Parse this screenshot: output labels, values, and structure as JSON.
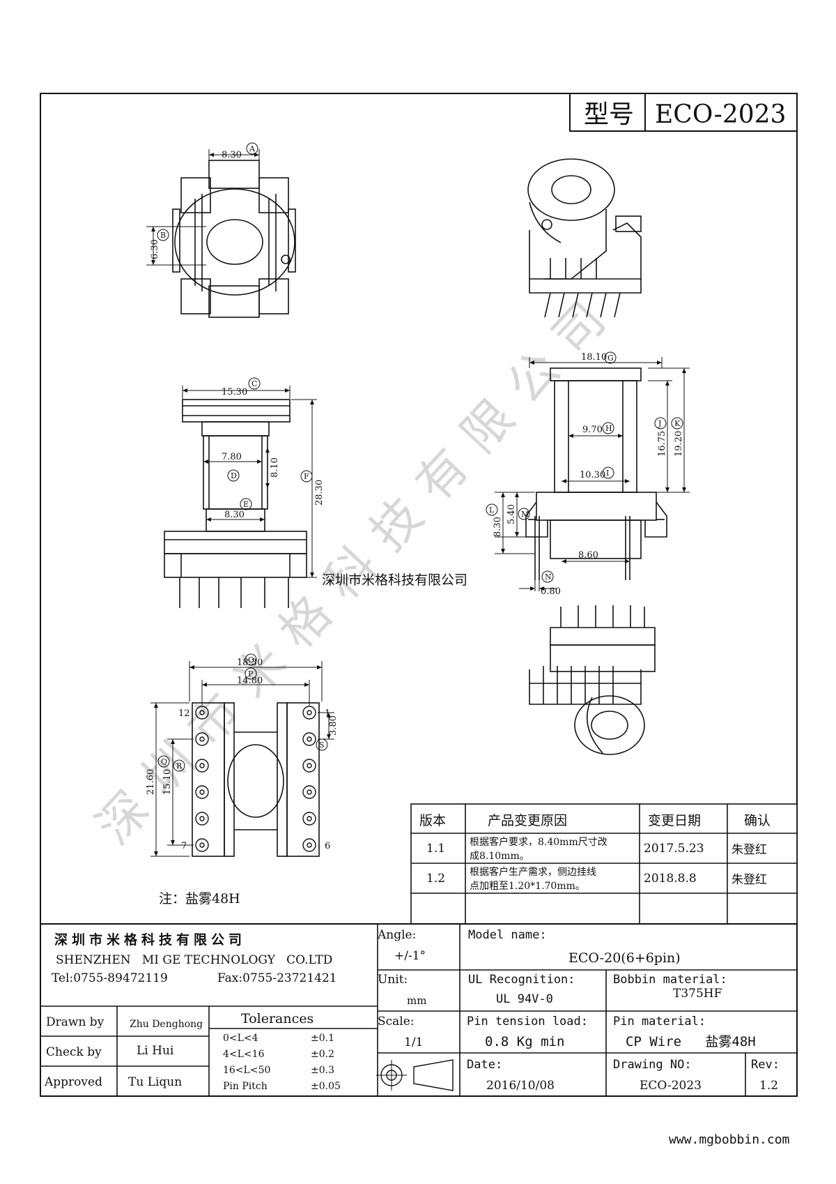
{
  "header": {
    "model_label": "型号",
    "model_value": "ECO-2023"
  },
  "views": {
    "top": {
      "dim_a": "8.30",
      "dim_b": "6.30",
      "tag_a": "A",
      "tag_b": "B"
    },
    "front": {
      "dim_c": "15.30",
      "dim_d": "7.80",
      "dim_d2": "8.10",
      "dim_e": "8.30",
      "dim_f": "28.30",
      "tag_c": "C",
      "tag_d": "D",
      "tag_e": "E",
      "tag_f": "F"
    },
    "side": {
      "dim_g": "18.10",
      "dim_h": "9.70",
      "dim_i": "10.30",
      "dim_j": "16.75",
      "dim_k": "19.20",
      "dim_l": "8.30",
      "dim_m": "5.40",
      "dim_86": "8.60",
      "dim_n": "0.80",
      "tag_g": "G",
      "tag_h": "H",
      "tag_i": "I",
      "tag_j": "J",
      "tag_k": "K",
      "tag_l": "L",
      "tag_m": "M",
      "tag_n": "N"
    },
    "bottom": {
      "dim_o": "18.30",
      "dim_p": "14.80",
      "dim_q": "21.60",
      "dim_r": "15.10",
      "dim_s": "3.80",
      "tag_o": "O",
      "tag_p": "P",
      "tag_q": "Q",
      "tag_r": "R",
      "tag_s": "S",
      "pin_1": "1",
      "pin_6": "6",
      "pin_7": "7",
      "pin_12": "12"
    }
  },
  "watermark": {
    "diagonal": "深圳市米格科技有限公司",
    "center": "深圳市米格科技有限公司",
    "url": "www.mgbobbin.com"
  },
  "note": "注：盐雾48H",
  "revision_table": {
    "headers": [
      "版本",
      "产品变更原因",
      "变更日期",
      "确认"
    ],
    "rows": [
      {
        "ver": "1.1",
        "reason_1": "根据客户要求，8.40mm尺寸改",
        "reason_2": "成8.10mm。",
        "date": "2017.5.23",
        "by": "朱登红"
      },
      {
        "ver": "1.2",
        "reason_1": "根据客户生产需求，侧边挂线",
        "reason_2": "点加粗至1.20*1.70mm。",
        "date": "2018.8.8",
        "by": "朱登红"
      }
    ]
  },
  "title_block": {
    "company_cn": "深圳市米格科技有限公司",
    "company_en": "SHENZHEN   MI GE TECHNOLOGY   CO.LTD",
    "tel": "Tel:0755-89472119",
    "fax": "Fax:0755-23721421",
    "drawn_by_label": "Drawn by",
    "drawn_by": "Zhu Denghong",
    "check_by_label": "Check by",
    "check_by": "Li Hui",
    "approved_label": "Approved",
    "approved_by": "Tu Liqun",
    "tolerances_label": "Tolerances",
    "tolerances": [
      {
        "range": "0<L<4",
        "tol": "±0.1"
      },
      {
        "range": "4<L<16",
        "tol": "±0.2"
      },
      {
        "range": "16<L<50",
        "tol": "±0.3"
      },
      {
        "range": "Pin Pitch",
        "tol": "±0.05"
      }
    ],
    "angle_label": "Angle:",
    "angle_value": "+/-1°",
    "unit_label": "Unit:",
    "unit_value": "mm",
    "scale_label": "Scale:",
    "scale_value": "1/1",
    "model_name_label": "Model name:",
    "model_name": "ECO-20(6+6pin)",
    "ul_label": "UL Recognition:",
    "ul_value": "UL 94V-0",
    "bobbin_label": "Bobbin material:",
    "bobbin_value": "T375HF",
    "pin_tension_label": "Pin tension load:",
    "pin_tension_value": "0.8 Kg min",
    "pin_material_label": "Pin material:",
    "pin_material_value": "CP Wire   盐雾48H",
    "date_label": "Date:",
    "date_value": "2016/10/08",
    "drawing_no_label": "Drawing NO:",
    "drawing_no": "ECO-2023",
    "rev_label": "Rev:",
    "rev_value": "1.2"
  }
}
